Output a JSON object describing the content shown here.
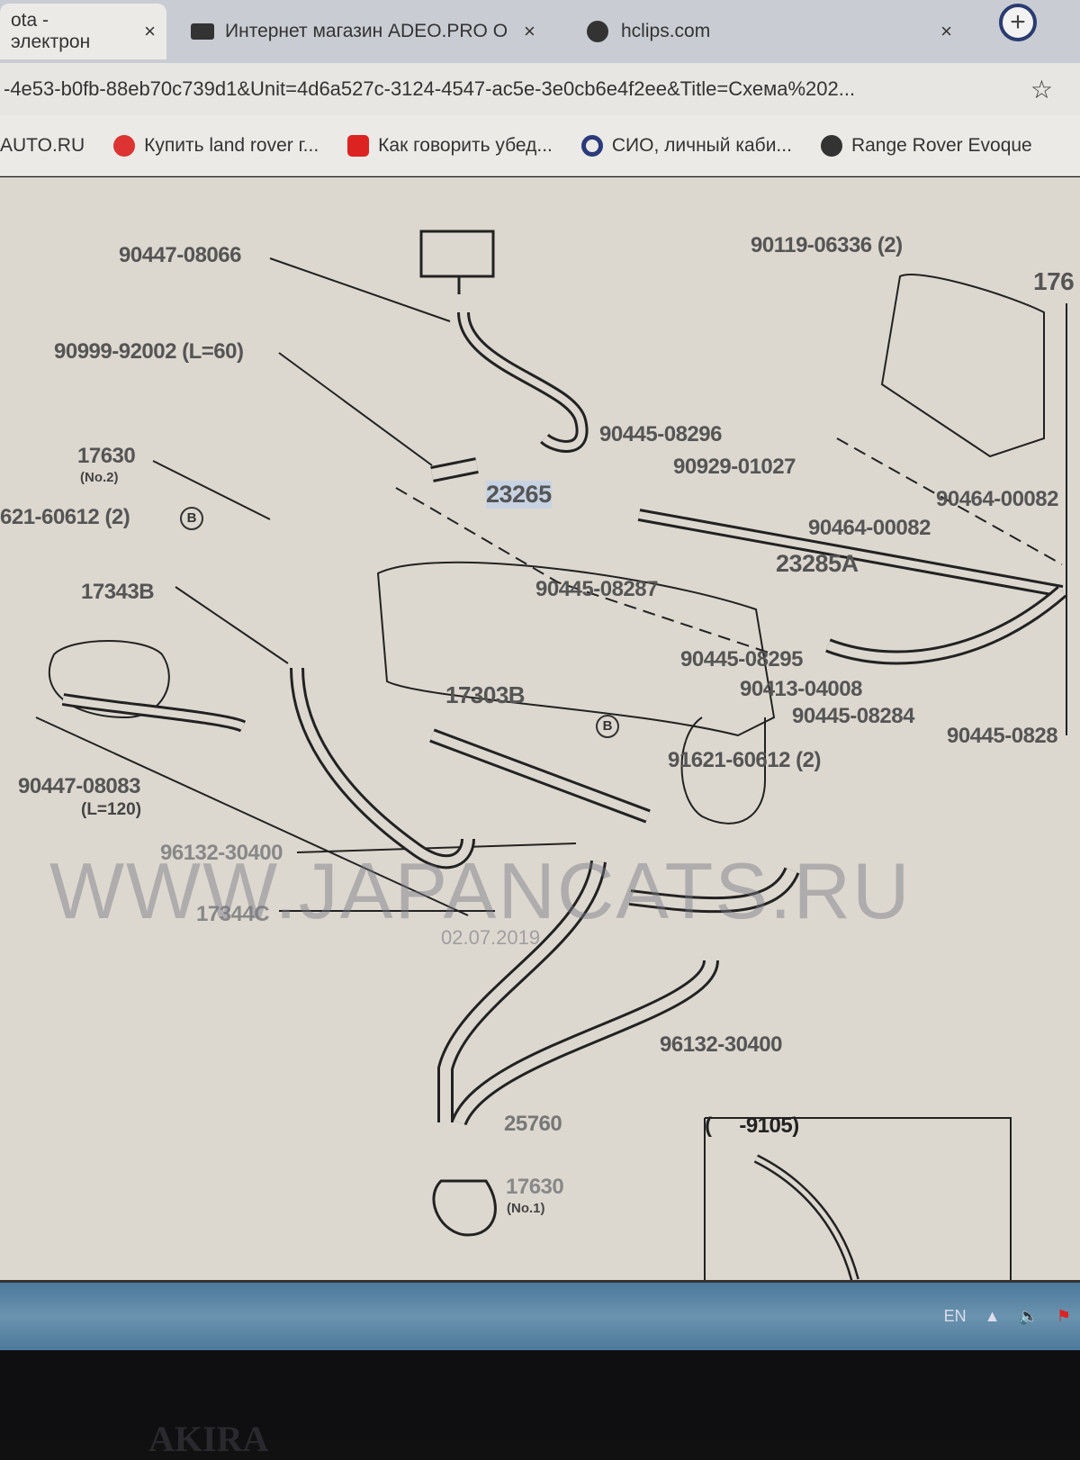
{
  "browser": {
    "tabs": [
      {
        "label": "ota - электрон",
        "active": true
      },
      {
        "label": "Интернет магазин ADEO.PRO О",
        "active": false
      },
      {
        "label": "hclips.com",
        "active": false
      }
    ],
    "close_glyph": "×",
    "new_tab_glyph": "+",
    "url": "-4e53-b0fb-88eb70c739d1&Unit=4d6a527c-3124-4547-ac5e-3e0cb6e4f2ee&Title=Схема%202...",
    "bookmarks": [
      {
        "label": "AUTO.RU"
      },
      {
        "label": "Купить land rover г..."
      },
      {
        "label": "Как говорить убед..."
      },
      {
        "label": "СИО, личный каби..."
      },
      {
        "label": "Range Rover Evoque"
      }
    ]
  },
  "diagram": {
    "labels": [
      "90447-08066",
      "90999-92002 (L=60)",
      "17630",
      "(No.2)",
      "621-60612 (2)",
      "17343B",
      "90447-08083",
      "(L=120)",
      "96132-30400",
      "17344C",
      "23265",
      "90119-06336 (2)",
      "176",
      "90445-08296",
      "90929-01027",
      "90464-00082",
      "90464-00082",
      "23285A",
      "90445-08287",
      "90445-08295",
      "90413-04008",
      "90445-08284",
      "90445-0828",
      "17303B",
      "91621-60612 (2)",
      "96132-30400",
      "25760",
      "17630",
      "(No.1)",
      "(     -9105)"
    ],
    "marker": "B",
    "watermark": "WWW.JAPANCATS.RU",
    "date": "02.07.2019"
  },
  "taskbar": {
    "language": "EN"
  },
  "bezel": {
    "brand": "AKIRA"
  }
}
